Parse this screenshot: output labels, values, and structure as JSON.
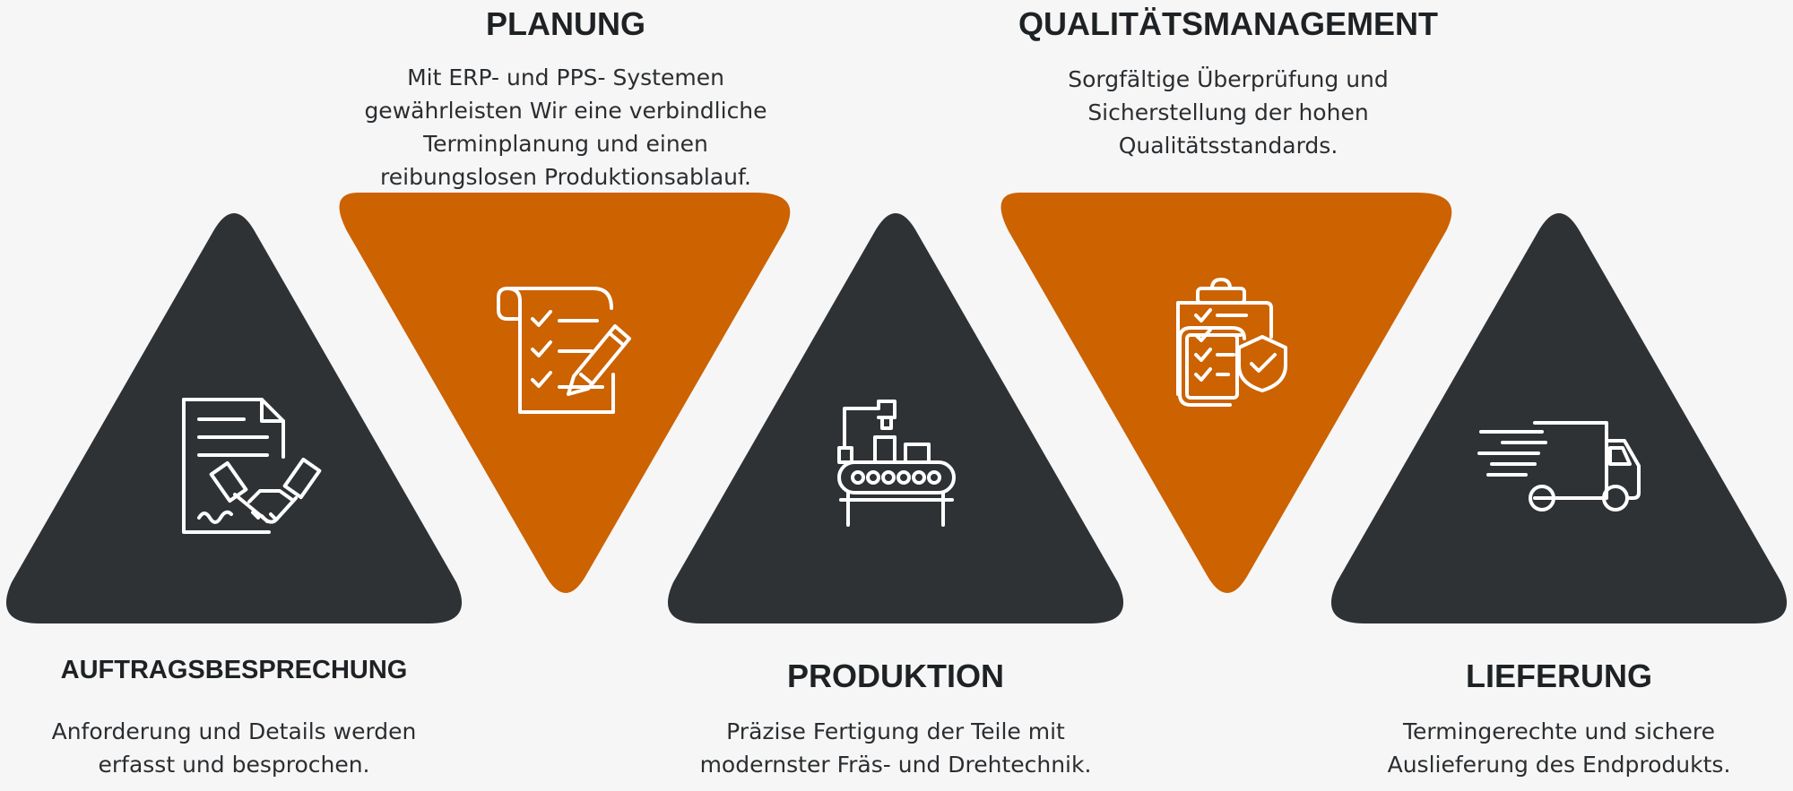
{
  "colors": {
    "background": "#f6f6f6",
    "dark_triangle": "#2f3235",
    "accent_triangle": "#cc6200",
    "icon": "#ffffff",
    "text": "#2b2e31"
  },
  "steps": [
    {
      "title": "AUFTRAGSBESPRECHUNG",
      "text": "Anforderung und Details werden erfasst und besprochen.",
      "icon": "contract-handshake-icon"
    },
    {
      "title": "PLANUNG",
      "text": "Mit ERP- und PPS- Systemen gewährleisten Wir eine verbindliche Terminplanung und einen reibungslosen Produktionsablauf.",
      "icon": "checklist-pencil-icon"
    },
    {
      "title": "PRODUKTION",
      "text": "Präzise Fertigung der Teile mit modernster Fräs- und Drehtechnik.",
      "icon": "conveyor-robot-icon"
    },
    {
      "title": "QUALITÄTSMANAGEMENT",
      "text": "Sorgfältige Überprüfung und Sicherstellung der hohen Qualitätsstandards.",
      "icon": "clipboard-shield-icon"
    },
    {
      "title": "LIEFERUNG",
      "text": "Termingerechte und sichere Auslieferung des Endprodukts.",
      "icon": "delivery-truck-icon"
    }
  ]
}
